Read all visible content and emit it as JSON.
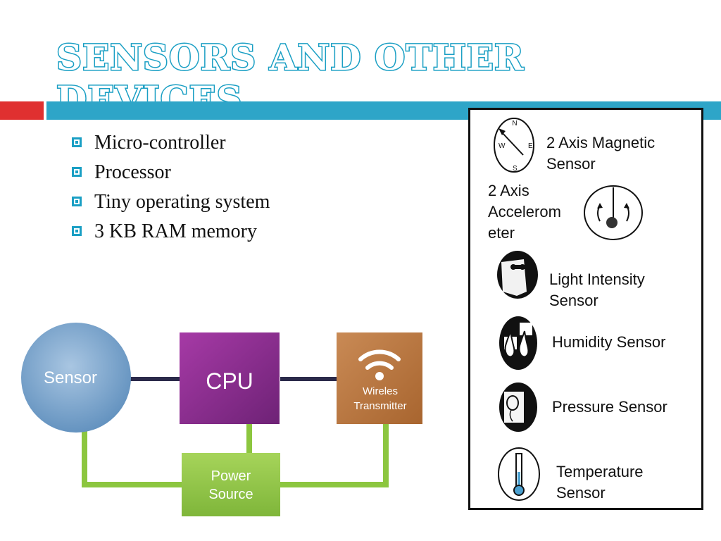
{
  "title": "SENSORS AND OTHER DEVICES",
  "bullets": [
    "Micro-controller",
    "Processor",
    "Tiny operating system",
    "3 KB RAM memory"
  ],
  "diagram": {
    "sensor": "Sensor",
    "cpu": "CPU",
    "transmitter_line1": "Wireles",
    "transmitter_line2": "Transmitter",
    "power_line1": "Power",
    "power_line2": "Source"
  },
  "compass": {
    "n": "N",
    "w": "W",
    "e": "E",
    "s": "S"
  },
  "sensors": {
    "magnetic": [
      "2 Axis Magnetic",
      "Sensor"
    ],
    "accelerometer": [
      "2 Axis",
      "Accelerom",
      "eter"
    ],
    "light": [
      "Light Intensity",
      "Sensor"
    ],
    "humidity": [
      "Humidity Sensor"
    ],
    "pressure": [
      "Pressure Sensor"
    ],
    "temperature": [
      "Temperature",
      "Sensor"
    ]
  },
  "colors": {
    "title": "#1a9fc4",
    "accent_red": "#e03030",
    "accent_blue": "#2ea5c8",
    "cpu": "#8b2a8a",
    "transmitter": "#b8733f",
    "power": "#8cc63f",
    "sensor": "#6e9bc4"
  }
}
